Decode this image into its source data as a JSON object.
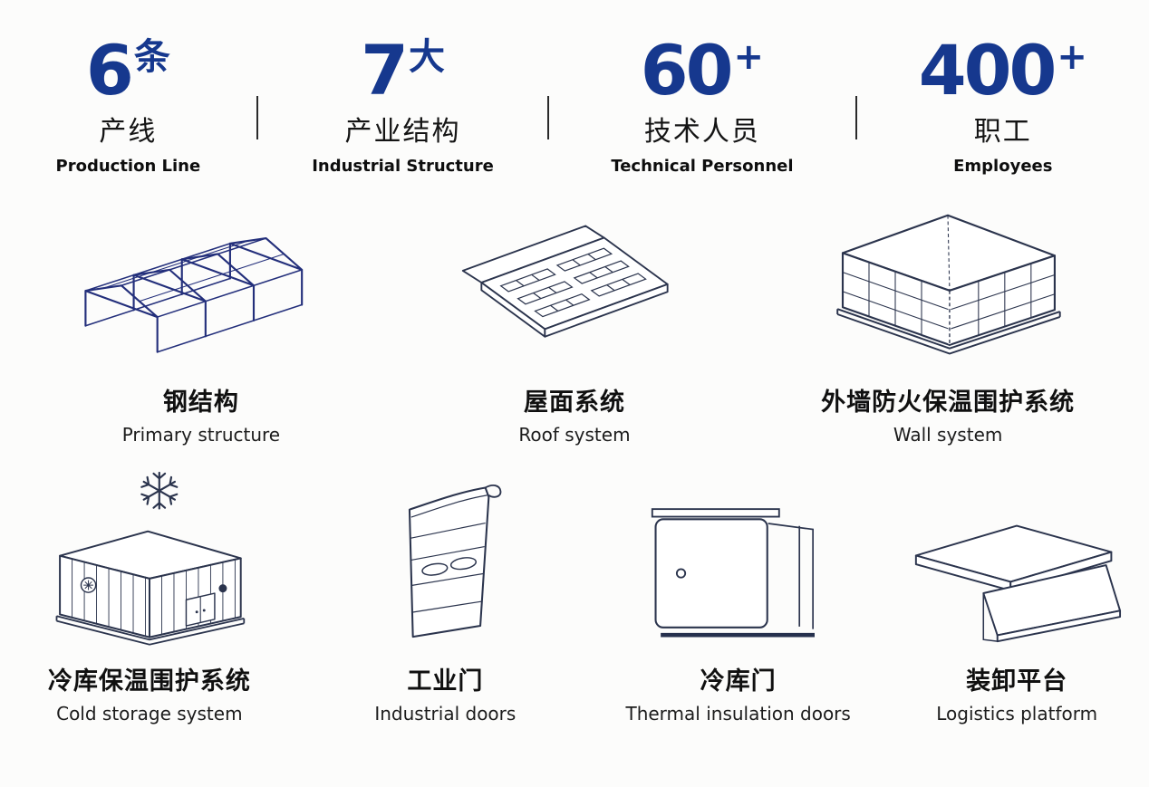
{
  "page": {
    "background": "#fcfcfb"
  },
  "colors": {
    "accent_blue": "#16388e",
    "line_dark": "#2b344d",
    "steel_blue": "#232f7b",
    "text_dark": "#111111"
  },
  "stats": [
    {
      "number": "6",
      "suffix": "条",
      "zh": "产线",
      "en": "Production Line"
    },
    {
      "number": "7",
      "suffix": "大",
      "zh": "产业结构",
      "en": "Industrial Structure"
    },
    {
      "number": "60",
      "suffix": "+",
      "zh": "技术人员",
      "en": "Technical Personnel"
    },
    {
      "number": "400",
      "suffix": "+",
      "zh": "职工",
      "en": "Employees"
    }
  ],
  "products": [
    {
      "zh": "钢结构",
      "en": "Primary structure",
      "icon": "steel-structure-illustration"
    },
    {
      "zh": "屋面系统",
      "en": "Roof system",
      "icon": "roof-system-illustration"
    },
    {
      "zh": "外墙防火保温围护系统",
      "en": "Wall system",
      "icon": "wall-system-illustration"
    },
    {
      "zh": "冷库保温围护系统",
      "en": "Cold storage system",
      "icon": "cold-storage-illustration"
    },
    {
      "zh": "工业门",
      "en": "Industrial doors",
      "icon": "industrial-door-illustration"
    },
    {
      "zh": "冷库门",
      "en": "Thermal insulation doors",
      "icon": "thermal-door-illustration"
    },
    {
      "zh": "装卸平台",
      "en": "Logistics platform",
      "icon": "logistics-platform-illustration"
    }
  ]
}
